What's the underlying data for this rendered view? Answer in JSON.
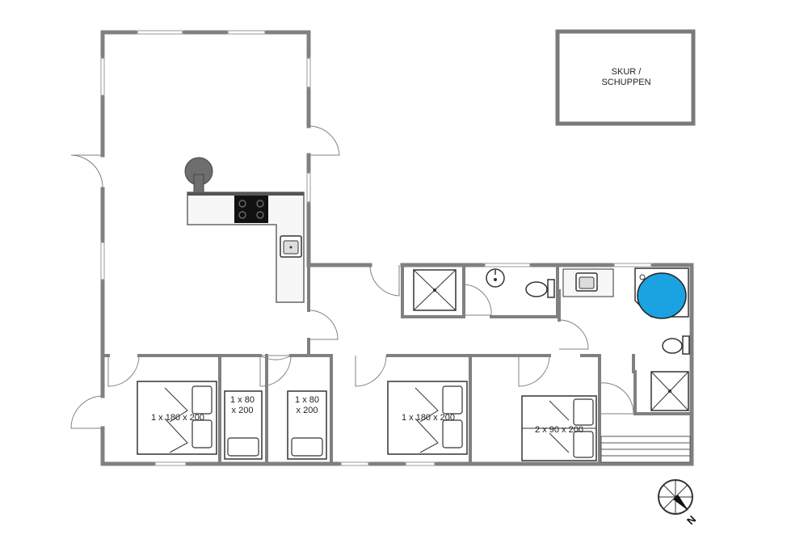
{
  "colors": {
    "wall": "#808080",
    "wall_dark": "#555555",
    "counter": "#f7f7f7",
    "hob": "#111111",
    "whirlpool": "#1aa3e0"
  },
  "labels": {
    "shed_line1": "SKUR /",
    "shed_line2": "SCHUPPEN",
    "bed_double_1": "1 x 180 x 200",
    "bed_single_1_line1": "1 x 80",
    "bed_single_1_line2": "x 200",
    "bed_single_2_line1": "1 x 80",
    "bed_single_2_line2": "x 200",
    "bed_double_2": "1 x 180 x 200",
    "bed_twin": "2 x 90 x 200",
    "north": "N"
  },
  "icons": [
    "stove-icon",
    "hob-icon",
    "sink-icon",
    "shower-icon",
    "washbasin-icon",
    "toilet-icon",
    "whirlpool-icon",
    "compass-icon"
  ]
}
